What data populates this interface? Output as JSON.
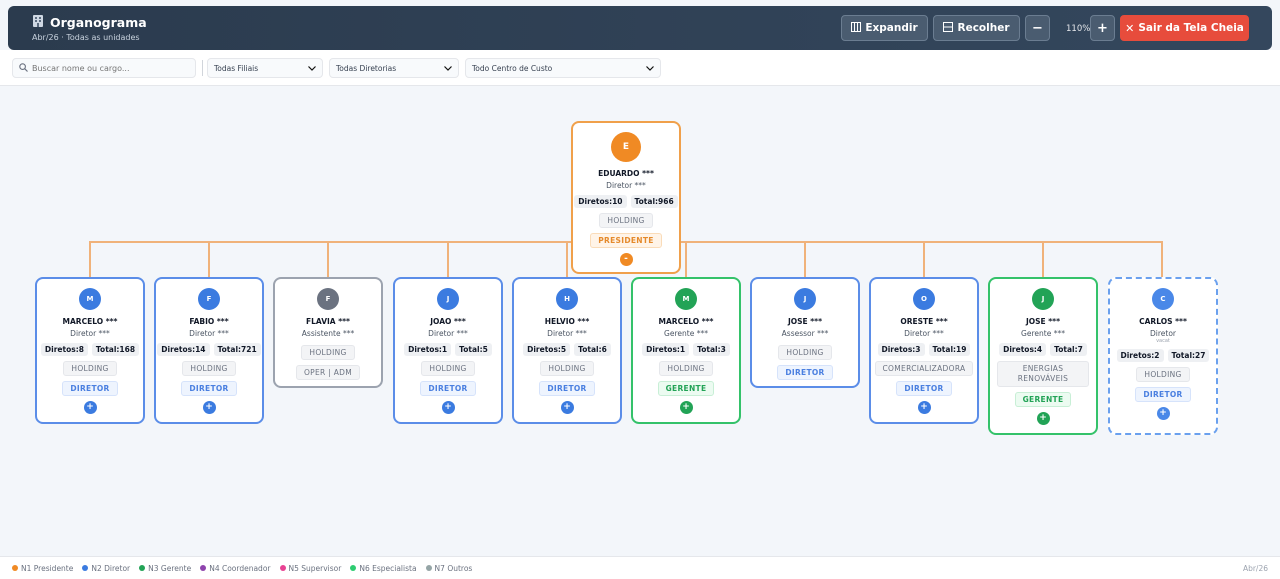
{
  "header": {
    "title": "Organograma",
    "subtitle": "Abr/26 · Todas as unidades",
    "expand_label": "Expandir",
    "collapse_label": "Recolher",
    "zoom_out": "−",
    "zoom_level": "110%",
    "zoom_in": "+",
    "exit_label": "Sair da Tela Cheia"
  },
  "filters": {
    "search_placeholder": "Buscar nome ou cargo...",
    "filial": "Todas Filiais",
    "diretoria": "Todas Diretorias",
    "centro_custo": "Todo Centro de Custo"
  },
  "root": {
    "initial": "E",
    "name": "EDUARDO ***",
    "role": "Diretor ***",
    "diretos": "Diretos:10",
    "total": "Total:966",
    "unit": "HOLDING",
    "level": "PRESIDENTE",
    "toggle": "-",
    "color": "#f08a24"
  },
  "children": [
    {
      "initial": "M",
      "name": "MARCELO ***",
      "role": "Diretor ***",
      "diretos": "Diretos:8",
      "total": "Total:168",
      "unit": "HOLDING",
      "level": "DIRETOR",
      "toggle": "+",
      "color": "#3b7be0"
    },
    {
      "initial": "F",
      "name": "FABIO ***",
      "role": "Diretor ***",
      "diretos": "Diretos:14",
      "total": "Total:721",
      "unit": "HOLDING",
      "level": "DIRETOR",
      "toggle": "+",
      "color": "#3b7be0"
    },
    {
      "initial": "F",
      "name": "FLAVIA ***",
      "role": "Assistente ***",
      "unit": "HOLDING",
      "unit2": "OPER | ADM",
      "color": "#6b7280"
    },
    {
      "initial": "J",
      "name": "JOAO ***",
      "role": "Diretor ***",
      "diretos": "Diretos:1",
      "total": "Total:5",
      "unit": "HOLDING",
      "level": "DIRETOR",
      "toggle": "+",
      "color": "#3b7be0"
    },
    {
      "initial": "H",
      "name": "HELVIO ***",
      "role": "Diretor ***",
      "diretos": "Diretos:5",
      "total": "Total:6",
      "unit": "HOLDING",
      "level": "DIRETOR",
      "toggle": "+",
      "color": "#3b7be0"
    },
    {
      "initial": "M",
      "name": "MARCELO ***",
      "role": "Gerente ***",
      "diretos": "Diretos:1",
      "total": "Total:3",
      "unit": "HOLDING",
      "level": "GERENTE",
      "toggle": "+",
      "color": "#22a356"
    },
    {
      "initial": "J",
      "name": "JOSE ***",
      "role": "Assessor ***",
      "unit": "HOLDING",
      "level": "DIRETOR",
      "color": "#3b7be0"
    },
    {
      "initial": "O",
      "name": "ORESTE ***",
      "role": "Diretor ***",
      "diretos": "Diretos:3",
      "total": "Total:19",
      "unit": "COMERCIALIZADORA",
      "level": "DIRETOR",
      "toggle": "+",
      "color": "#3b7be0"
    },
    {
      "initial": "J",
      "name": "JOSE ***",
      "role": "Gerente ***",
      "diretos": "Diretos:4",
      "total": "Total:7",
      "unit": "ENERGIAS RENOVÁVEIS",
      "level": "GERENTE",
      "toggle": "+",
      "color": "#22a356"
    },
    {
      "initial": "C",
      "name": "CARLOS ***",
      "role": "Diretor",
      "subrole": "vacat",
      "diretos": "Diretos:2",
      "total": "Total:27",
      "unit": "HOLDING",
      "level": "DIRETOR",
      "toggle": "+",
      "color": "#4a88e8"
    }
  ],
  "legend": [
    {
      "label": "N1 Presidente",
      "color": "#f08a24"
    },
    {
      "label": "N2 Diretor",
      "color": "#3b7be0"
    },
    {
      "label": "N3 Gerente",
      "color": "#22a356"
    },
    {
      "label": "N4 Coordenador",
      "color": "#8e44ad"
    },
    {
      "label": "N5 Supervisor",
      "color": "#e84393"
    },
    {
      "label": "N6 Especialista",
      "color": "#2ecc71"
    },
    {
      "label": "N7 Outros",
      "color": "#95a5a6"
    }
  ],
  "footer_period": "Abr/26"
}
